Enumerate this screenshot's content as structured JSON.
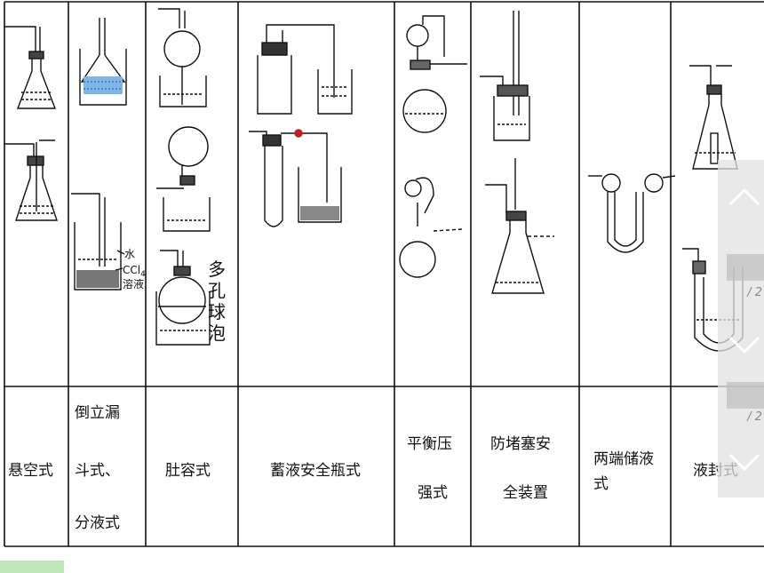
{
  "table": {
    "methods": [
      {
        "lines": [
          "悬空式"
        ]
      },
      {
        "lines": [
          "倒立漏",
          "斗式、",
          "分液式"
        ]
      },
      {
        "lines": [
          "肚容式"
        ]
      },
      {
        "lines": [
          "蓄液安全瓶式"
        ]
      },
      {
        "lines": [
          "平衡压",
          "强式"
        ]
      },
      {
        "lines": [
          "防堵塞安",
          "全装置"
        ]
      },
      {
        "lines": [
          "两端储液",
          "式"
        ]
      },
      {
        "lines": [
          "液封式"
        ]
      }
    ],
    "labels": {
      "water": "水",
      "ccl4": "CCl",
      "ccl4_sub": "4",
      "solution": "溶液",
      "bubble_chars": [
        "多",
        "孔",
        "球",
        "泡"
      ]
    }
  },
  "scroll_panel": {
    "page_top": "/ 2",
    "page_bottom": "/ 2"
  }
}
